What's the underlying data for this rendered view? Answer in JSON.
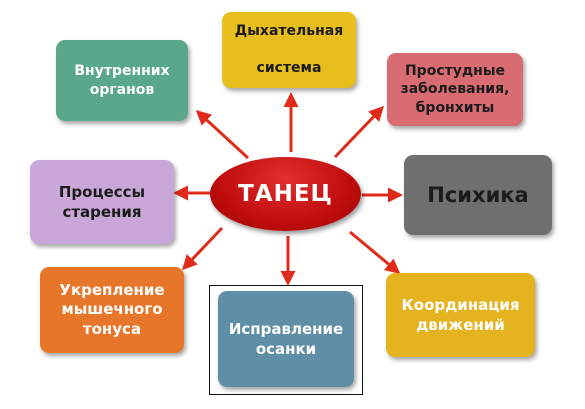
{
  "center": {
    "label": "ТАНЕЦ",
    "color": "#c41010"
  },
  "nodes": [
    {
      "id": "internal-organs",
      "label": "Внутренних\nорганов",
      "color": "#5aa88a"
    },
    {
      "id": "respiratory",
      "label": "Дыхательная\n\nсистема",
      "color": "#e8be1c"
    },
    {
      "id": "colds",
      "label": "Простудные\nзаболевания,\nбронхиты",
      "color": "#d96b73"
    },
    {
      "id": "aging",
      "label": "Процессы\nстарения",
      "color": "#c9a8d9"
    },
    {
      "id": "psyche",
      "label": "Психика",
      "color": "#6f6f6f"
    },
    {
      "id": "muscle-tone",
      "label": "Укрепление\nмышечного\nтонуса",
      "color": "#e8762a"
    },
    {
      "id": "posture",
      "label": "Исправление\nосанки",
      "color": "#5f8fa6"
    },
    {
      "id": "coordination",
      "label": "Координация\nдвижений",
      "color": "#e6b320"
    }
  ],
  "arrow_color": "#e02a1a"
}
